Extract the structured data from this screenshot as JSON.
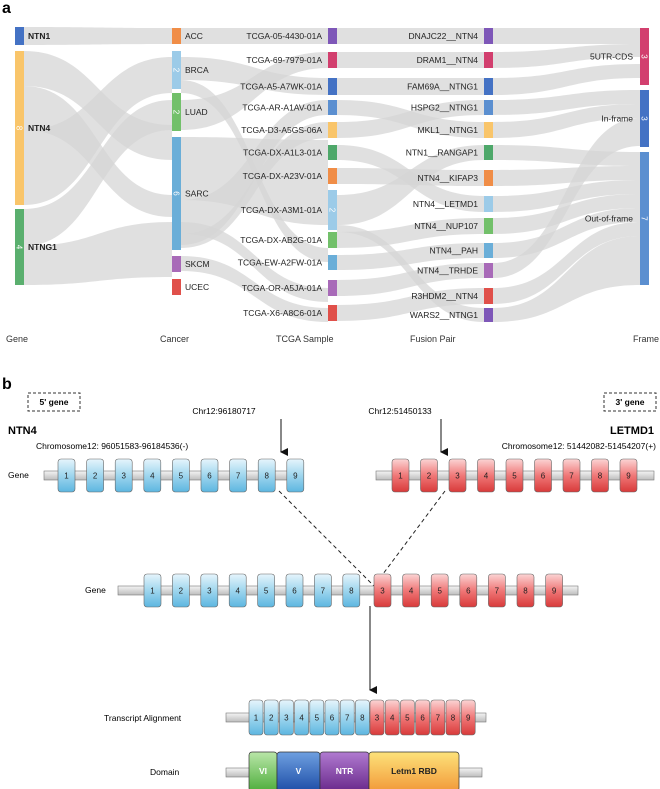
{
  "panel_a": {
    "letter": "a",
    "columns": [
      "Gene",
      "Cancer",
      "TCGA Sample",
      "Fusion Pair",
      "Frame"
    ],
    "genes": [
      {
        "name": "NTN1",
        "count": "1",
        "color": "#4472c4"
      },
      {
        "name": "NTN4",
        "count": "8",
        "color": "#f9c56a"
      },
      {
        "name": "NTNG1",
        "count": "4",
        "color": "#5aaf6e"
      }
    ],
    "cancers": [
      {
        "name": "ACC",
        "count": "1",
        "color": "#f08d47"
      },
      {
        "name": "BRCA",
        "count": "2",
        "color": "#9ccbe8"
      },
      {
        "name": "LUAD",
        "count": "2",
        "color": "#72c06a"
      },
      {
        "name": "SARC",
        "count": "6",
        "color": "#6aaed8"
      },
      {
        "name": "SKCM",
        "count": "1",
        "color": "#a86ab8"
      },
      {
        "name": "UCEC",
        "count": "1",
        "color": "#e0504a"
      }
    ],
    "samples": [
      {
        "name": "TCGA-05-4430-01A",
        "count": "1",
        "color": "#7e57b8"
      },
      {
        "name": "TCGA-69-7979-01A",
        "count": "1",
        "color": "#d23f6e"
      },
      {
        "name": "TCGA-A5-A7WK-01A",
        "count": "1",
        "color": "#4472c4"
      },
      {
        "name": "TCGA-AR-A1AV-01A",
        "count": "1",
        "color": "#5b8fd0"
      },
      {
        "name": "TCGA-D3-A5GS-06A",
        "count": "1",
        "color": "#f9c56a"
      },
      {
        "name": "TCGA-DX-A1L3-01A",
        "count": "1",
        "color": "#4ea86a"
      },
      {
        "name": "TCGA-DX-A23V-01A",
        "count": "1",
        "color": "#f08d47"
      },
      {
        "name": "TCGA-DX-A3M1-01A",
        "count": "2",
        "color": "#9ccbe8"
      },
      {
        "name": "TCGA-DX-AB2G-01A",
        "count": "1",
        "color": "#72c06a"
      },
      {
        "name": "TCGA-EW-A2FW-01A",
        "count": "1",
        "color": "#6aaed8"
      },
      {
        "name": "TCGA-OR-A5JA-01A",
        "count": "1",
        "color": "#a86ab8"
      },
      {
        "name": "TCGA-X6-A8C6-01A",
        "count": "1",
        "color": "#e0504a"
      }
    ],
    "pairs": [
      {
        "name": "DNAJC22__NTN4",
        "count": "1",
        "color": "#7e57b8"
      },
      {
        "name": "DRAM1__NTN4",
        "count": "1",
        "color": "#d23f6e"
      },
      {
        "name": "FAM69A__NTNG1",
        "count": "1",
        "color": "#4472c4"
      },
      {
        "name": "HSPG2__NTNG1",
        "count": "1",
        "color": "#5b8fd0"
      },
      {
        "name": "MKL1__NTNG1",
        "count": "1",
        "color": "#f9c56a"
      },
      {
        "name": "NTN1__RANGAP1",
        "count": "1",
        "color": "#4ea86a"
      },
      {
        "name": "NTN4__KIFAP3",
        "count": "1",
        "color": "#f08d47"
      },
      {
        "name": "NTN4__LETMD1",
        "count": "1",
        "color": "#9ccbe8"
      },
      {
        "name": "NTN4__NUP107",
        "count": "1",
        "color": "#72c06a"
      },
      {
        "name": "NTN4__PAH",
        "count": "1",
        "color": "#6aaed8"
      },
      {
        "name": "NTN4__TRHDE",
        "count": "1",
        "color": "#a86ab8"
      },
      {
        "name": "R3HDM2__NTN4",
        "count": "1",
        "color": "#e0504a"
      },
      {
        "name": "WARS2__NTNG1",
        "count": "1",
        "color": "#7e57b8"
      }
    ],
    "frames": [
      {
        "name": "5UTR-CDS",
        "count": "3",
        "color": "#d23f6e"
      },
      {
        "name": "In-frame",
        "count": "3",
        "color": "#4472c4"
      },
      {
        "name": "Out-of-frame",
        "count": "7",
        "color": "#5b8fd0"
      }
    ]
  },
  "panel_b": {
    "letter": "b",
    "five_prime_label": "5' gene",
    "three_prime_label": "3' gene",
    "left_gene": {
      "name": "NTN4",
      "chromosome": "Chromosome12: 96051583-96184536(-)",
      "breakpoint": "Chr12:96180717",
      "exons": [
        "1",
        "2",
        "3",
        "4",
        "5",
        "6",
        "7",
        "8",
        "9"
      ]
    },
    "right_gene": {
      "name": "LETMD1",
      "chromosome": "Chromosome12: 51442082-51454207(+)",
      "breakpoint": "Chr12:51450133",
      "exons": [
        "1",
        "2",
        "3",
        "4",
        "5",
        "6",
        "7",
        "8",
        "9"
      ]
    },
    "row_labels": {
      "gene": "Gene",
      "fusion_gene": "Gene",
      "transcript": "Transcript Alignment",
      "domain": "Domain"
    },
    "fusion_exons_left": [
      "1",
      "2",
      "3",
      "4",
      "5",
      "6",
      "7",
      "8"
    ],
    "fusion_exons_right": [
      "3",
      "4",
      "5",
      "6",
      "7",
      "8",
      "9"
    ],
    "domains": [
      {
        "name": "VI",
        "color": "#6cc35f"
      },
      {
        "name": "V",
        "color": "#3d72c4"
      },
      {
        "name": "NTR",
        "color": "#8a44a6"
      },
      {
        "name": "Letm1 RBD",
        "color": "#f6a84a"
      }
    ]
  }
}
